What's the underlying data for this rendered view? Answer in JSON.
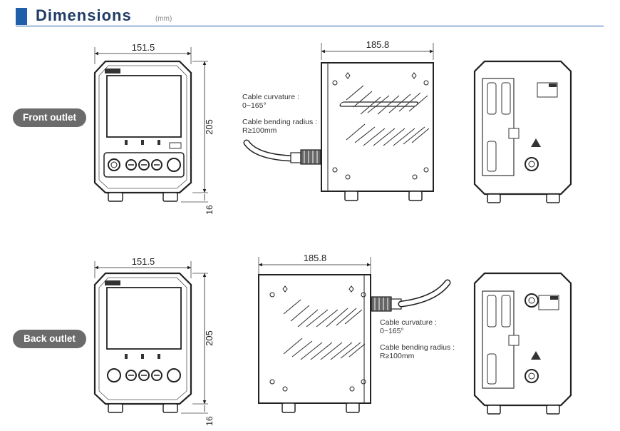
{
  "header": {
    "title": "Dimensions",
    "unit": "(mm)"
  },
  "rows": [
    {
      "label": "Front outlet",
      "width": "151.5",
      "height": "205",
      "foot": "16",
      "depth": "185.8",
      "cable_curvature_label": "Cable curvature :",
      "cable_curvature_value": "0~165°",
      "bending_radius_label": "Cable bending radius :",
      "bending_radius_value": "R≥100mm"
    },
    {
      "label": "Back outlet",
      "width": "151.5",
      "height": "205",
      "foot": "16",
      "depth": "185.8",
      "cable_curvature_label": "Cable curvature :",
      "cable_curvature_value": "0~165°",
      "bending_radius_label": "Cable bending radius :",
      "bending_radius_value": "R≥100mm"
    }
  ]
}
